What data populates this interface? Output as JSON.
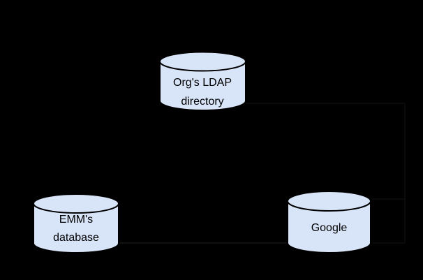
{
  "canvas": {
    "background_color": "#000000"
  },
  "diagram": {
    "style": {
      "node_fill": "#d8e4f8",
      "node_stroke": "#000000",
      "text_color": "#000000",
      "faint_connector_color": "#161616",
      "faint_trace_color": "#0e0e0e"
    },
    "nodes": {
      "ldap": {
        "line1": "Org's LDAP",
        "line2": "directory"
      },
      "emm": {
        "line1": "EMM's",
        "line2": "database"
      },
      "google": {
        "line1": "Google"
      }
    }
  }
}
